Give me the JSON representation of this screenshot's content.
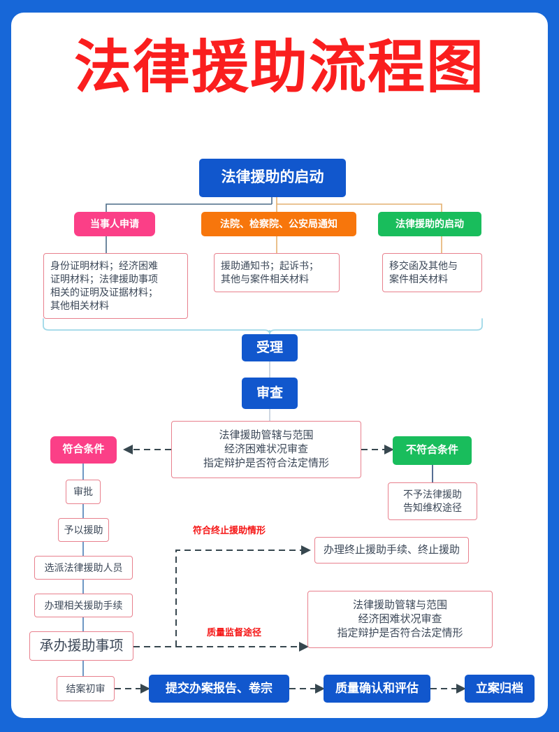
{
  "page": {
    "title": "法律援助流程图",
    "frame_color": "#1767d8",
    "title_color": "#fa1e1e",
    "card_color": "#ffffff"
  },
  "colors": {
    "blue": "#1157cd",
    "pink": "#fb3f87",
    "orange": "#f7760c",
    "green": "#19bd5c",
    "outline_border": "#e8808d",
    "outline_text": "#3c4858",
    "label_red": "#f51515",
    "connector_dark": "#4a6b87",
    "connector_tan": "#e4b070",
    "connector_cyan": "#9fd8e8",
    "connector_navy": "#2b4a7a",
    "connector_dash": "#37474f"
  },
  "flow": {
    "root": {
      "label": "法律援助的启动"
    },
    "branches": [
      {
        "label": "当事人申请",
        "color": "pink",
        "detail": "身份证明材料；经济困难\n证明材料；法律援助事项\n相关的证明及证据材料；\n其他相关材料"
      },
      {
        "label": "法院、检察院、公安局通知",
        "color": "orange",
        "detail": "援助通知书；起诉书；\n其他与案件相关材料"
      },
      {
        "label": "法律援助的启动",
        "color": "green",
        "detail": "移交函及其他与\n案件相关材料"
      }
    ],
    "accept": {
      "label": "受理"
    },
    "review": {
      "label": "审查"
    },
    "review_criteria": {
      "lines": [
        "法律援助管辖与范围",
        "经济困难状况审查",
        "指定辩护是否符合法定情形"
      ],
      "text": "法律援助管辖与范围\n经济困难状况审查\n指定辩护是否符合法定情形"
    },
    "qualified": {
      "label": "符合条件"
    },
    "unqualified": {
      "label": "不符合条件"
    },
    "unqualified_detail": {
      "text": "不予法律援助\n告知维权途径"
    },
    "left_chain": [
      {
        "label": "审批"
      },
      {
        "label": "予以援助"
      },
      {
        "label": "选派法律援助人员"
      },
      {
        "label": "办理相关援助手续"
      },
      {
        "label": "承办援助事项"
      },
      {
        "label": "结案初审"
      }
    ],
    "terminate_label": "符合终止援助情形",
    "terminate_node": {
      "label": "办理终止援助手续、终止援助"
    },
    "quality_label": "质量监督途径",
    "quality_criteria": {
      "lines": [
        "法律援助管辖与范围",
        "经济困难状况审查",
        "指定辩护是否符合法定情形"
      ],
      "text": "法律援助管辖与范围\n经济困难状况审查\n指定辩护是否符合法定情形"
    },
    "bottom_row": [
      {
        "label": "提交办案报告、卷宗"
      },
      {
        "label": "质量确认和评估"
      },
      {
        "label": "立案归档"
      }
    ]
  }
}
